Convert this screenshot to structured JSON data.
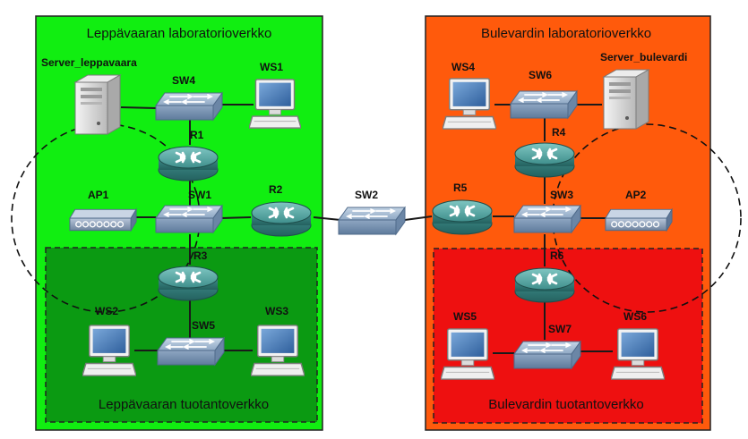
{
  "zones": {
    "leppavaara_lab": {
      "label": "Leppävaaran laboratorioverkko",
      "color": "#11ee11"
    },
    "leppavaara_prod": {
      "label": "Leppävaaran tuotantoverkko",
      "color": "#0b9a12"
    },
    "bulevardi_lab": {
      "label": "Bulevardin laboratorioverkko",
      "color": "#ff5a0c"
    },
    "bulevardi_prod": {
      "label": "Bulevardin tuotantoverkko",
      "color": "#ee1010"
    }
  },
  "nodes": {
    "server_leppavaara": "Server_leppavaara",
    "sw4": "SW4",
    "ws1": "WS1",
    "r1": "R1",
    "ap1": "AP1",
    "sw1": "SW1",
    "r2": "R2",
    "r3": "R3",
    "ws2": "WS2",
    "sw5": "SW5",
    "ws3": "WS3",
    "sw2": "SW2",
    "ws4": "WS4",
    "sw6": "SW6",
    "server_bulevardi": "Server_bulevardi",
    "r4": "R4",
    "r5": "R5",
    "sw3": "SW3",
    "ap2": "AP2",
    "r6": "R6",
    "ws5": "WS5",
    "sw7": "SW7",
    "ws6": "WS6"
  },
  "icons": {
    "router": "router-icon",
    "switch": "switch-icon",
    "server": "server-icon",
    "workstation": "workstation-icon",
    "access_point": "access-point-icon"
  },
  "colors": {
    "router": "#3f8f8c",
    "switch": "#8fa8c4",
    "server": "#d8d8d8",
    "workstation_screen": "#4a78b0"
  }
}
